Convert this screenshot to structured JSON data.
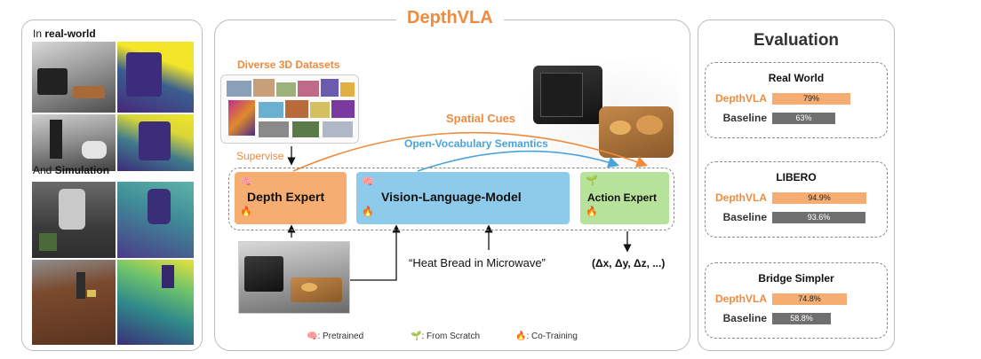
{
  "left_panel": {
    "real_world_prefix": "In ",
    "real_world_bold": "real-world",
    "simulation_prefix": "And ",
    "simulation_bold": "Simulation"
  },
  "center": {
    "title": "DepthVLA",
    "datasets_title": "Diverse 3D Datasets",
    "supervise_label": "Supervise",
    "spatial_cues_label": "Spatial Cues",
    "semantics_label": "Open-Vocabulary Semantics",
    "depth_expert_label": "Depth Expert",
    "vlm_label": "Vision-Language-Model",
    "action_expert_label": "Action Expert",
    "instruction_text": "“Heat Bread in Microwave”",
    "action_output": "(Δx, Δy, Δz, ...)",
    "legend": {
      "pretrained": ": Pretrained",
      "from_scratch": ": From Scratch",
      "co_training": ": Co-Training"
    },
    "colors": {
      "title": "#f08a3c",
      "spatial": "#f08a3c",
      "semantics": "#4aa3d8",
      "depth_box": "#f6ad72",
      "vlm_box": "#8ecae9",
      "action_box": "#b7e29a"
    }
  },
  "evaluation": {
    "title": "Evaluation",
    "cards": [
      {
        "title": "Real World",
        "rows": [
          {
            "label": "DepthVLA",
            "value": 79,
            "text": "79%",
            "color": "#f6ad72",
            "label_color": "#f08a3c"
          },
          {
            "label": "Baseline",
            "value": 63,
            "text": "63%",
            "color": "#6f6f6f",
            "label_color": "#333333"
          }
        ]
      },
      {
        "title": "LIBERO",
        "rows": [
          {
            "label": "DepthVLA",
            "value": 94.9,
            "text": "94.9%",
            "color": "#f6ad72",
            "label_color": "#f08a3c"
          },
          {
            "label": "Baseline",
            "value": 93.6,
            "text": "93.6%",
            "color": "#6f6f6f",
            "label_color": "#333333"
          }
        ]
      },
      {
        "title": "Bridge Simpler",
        "rows": [
          {
            "label": "DepthVLA",
            "value": 74.8,
            "text": "74.8%",
            "color": "#f6ad72",
            "label_color": "#f08a3c"
          },
          {
            "label": "Baseline",
            "value": 58.8,
            "text": "58.8%",
            "color": "#6f6f6f",
            "label_color": "#333333"
          }
        ]
      }
    ]
  }
}
